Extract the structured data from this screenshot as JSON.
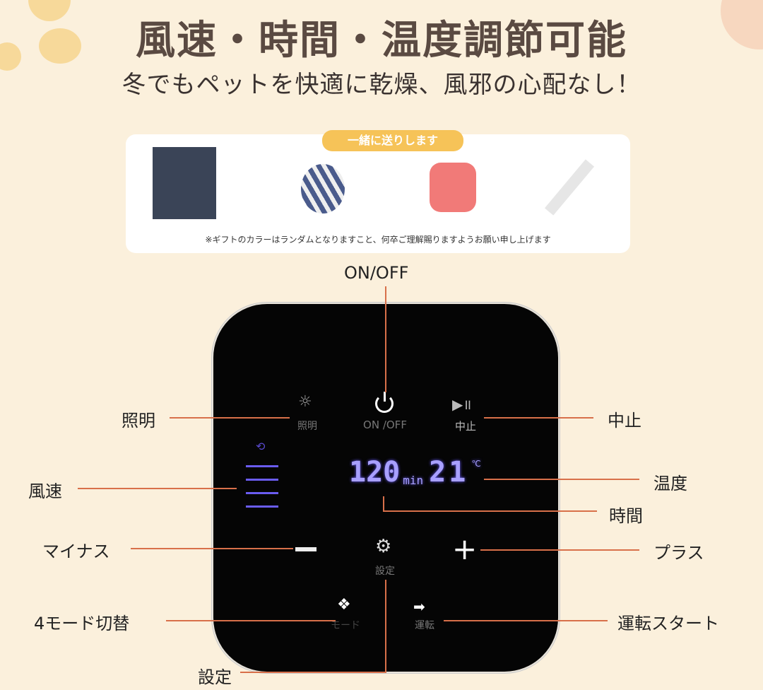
{
  "header": {
    "title": "風速・時間・温度調節可能",
    "subtitle": "冬でもペットを快適に乾燥、風邪の心配なし！"
  },
  "gift": {
    "badge": "一緒に送りします",
    "items": [
      "towel",
      "ball",
      "bath-brush",
      "comb"
    ],
    "note": "※ギフトのカラーはランダムとなりますこと、何卒ご理解賜りますようお願い申し上げます"
  },
  "panel": {
    "light": "照明",
    "power": "ON /OFF",
    "pause": "中止",
    "time_value": "120",
    "time_unit": "min",
    "temp_value": "21",
    "temp_unit": "℃",
    "settings": "設定",
    "mode": "モード",
    "run": "運転",
    "fan_levels": 4
  },
  "callouts": {
    "on_off": "ON/OFF",
    "light": "照明",
    "pause": "中止",
    "fan_speed": "風速",
    "temperature": "温度",
    "time": "時間",
    "minus": "マイナス",
    "plus": "プラス",
    "mode_switch": "4モード切替",
    "run_start": "運転スタート",
    "settings": "設定"
  },
  "colors": {
    "background": "#fbf0dc",
    "leader_line": "#d8704a",
    "display": "#a8a0ff",
    "panel": "#050505"
  }
}
